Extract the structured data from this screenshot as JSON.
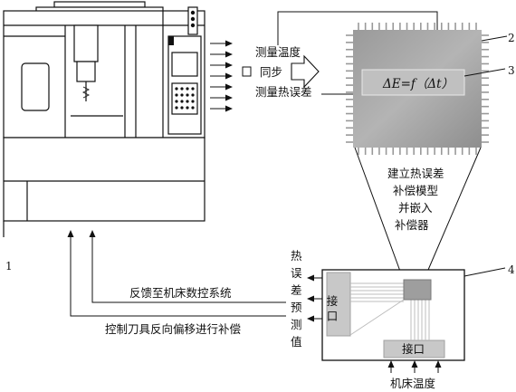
{
  "signals": {
    "measure_temperature": "测量温度",
    "sync": "同步",
    "measure_thermal_error": "测量热误差"
  },
  "chip": {
    "formula": "ΔE=f（Δt）"
  },
  "build_model": [
    "建立热误差",
    "补偿模型",
    "并嵌入",
    "补偿器"
  ],
  "prediction_vertical": [
    "热",
    "误",
    "差",
    "预",
    "测",
    "值"
  ],
  "feedback_text": "反馈至机床数控系统",
  "control_text": "控制刀具反向偏移进行补偿",
  "interface_left": "接口",
  "interface_bottom": "接口",
  "machine_temperature": "机床温度",
  "callouts": {
    "n1": "1",
    "n2": "2",
    "n3": "3",
    "n4": "4"
  }
}
